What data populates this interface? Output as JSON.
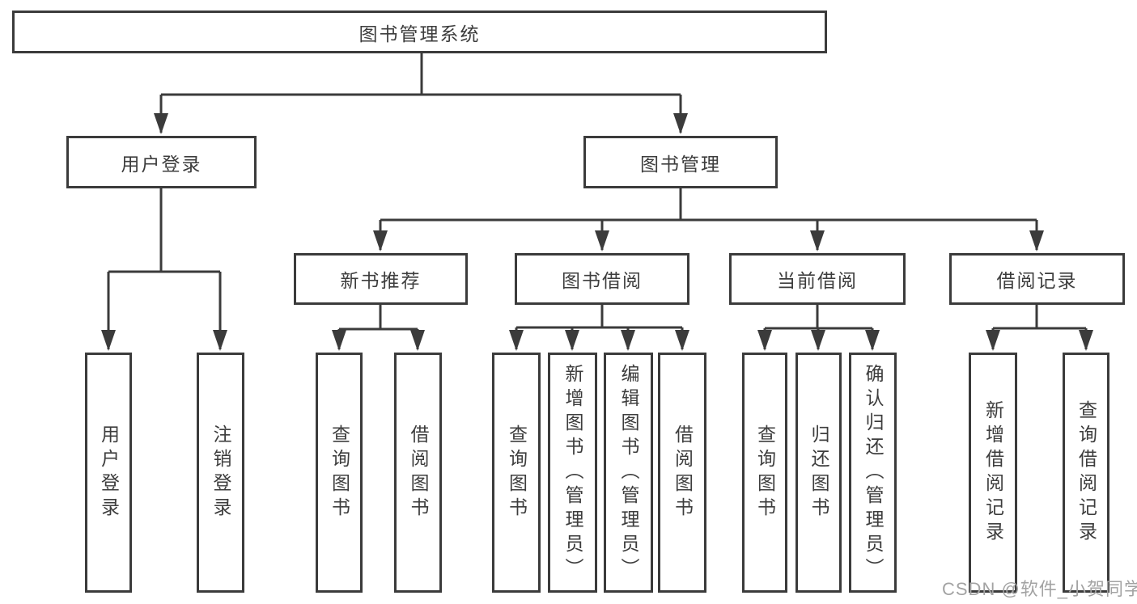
{
  "diagram_type": "hierarchy-tree",
  "colors": {
    "line": "#3b3b3b",
    "box_border": "#3b3b3b",
    "box_fill": "#ffffff",
    "text": "#3d3d3d",
    "watermark": "#a3a3a3",
    "background": "#ffffff"
  },
  "tree": {
    "label": "图书管理系统",
    "children": [
      {
        "label": "用户登录",
        "children": [
          {
            "label": "用户登录"
          },
          {
            "label": "注销登录"
          }
        ]
      },
      {
        "label": "图书管理",
        "children": [
          {
            "label": "新书推荐",
            "children": [
              {
                "label": "查询图书"
              },
              {
                "label": "借阅图书"
              }
            ]
          },
          {
            "label": "图书借阅",
            "children": [
              {
                "label": "查询图书"
              },
              {
                "label": "新增图书（管理员）"
              },
              {
                "label": "编辑图书（管理员）"
              },
              {
                "label": "借阅图书"
              }
            ]
          },
          {
            "label": "当前借阅",
            "children": [
              {
                "label": "查询图书"
              },
              {
                "label": "归还图书"
              },
              {
                "label": "确认归还（管理员）"
              }
            ]
          },
          {
            "label": "借阅记录",
            "children": [
              {
                "label": "新增借阅记录"
              },
              {
                "label": "查询借阅记录"
              }
            ]
          }
        ]
      }
    ]
  },
  "watermark": {
    "text": "CSDN @软件_小贺同学"
  }
}
